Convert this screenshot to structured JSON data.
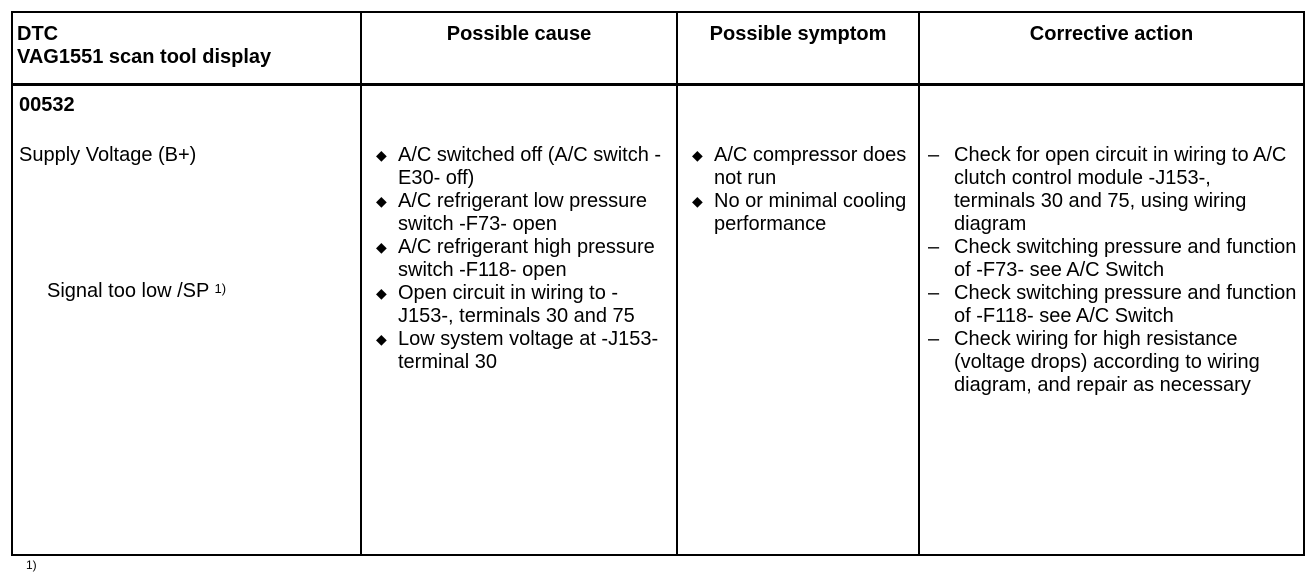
{
  "table": {
    "headers": {
      "dtc_line1": "DTC",
      "dtc_line2": "VAG1551 scan tool display",
      "cause": "Possible cause",
      "symptom": "Possible symptom",
      "action": "Corrective action"
    },
    "row": {
      "code": "00532",
      "fault_name": "Supply Voltage (B+)",
      "fault_type": "Signal too low /SP",
      "fault_type_note": "1)",
      "causes": [
        "A/C switched off (A/C switch -E30- off)",
        "A/C refrigerant low pressure switch -F73- open",
        "A/C refrigerant high pressure switch -F118- open",
        "Open circuit in wiring to -J153-, terminals 30 and 75",
        "Low system voltage at -J153- terminal 30"
      ],
      "symptoms": [
        "A/C compressor does not run",
        "No or minimal cooling performance"
      ],
      "actions": [
        "Check for open circuit in wiring to A/C clutch control module -J153-, terminals 30 and 75, using wiring diagram",
        "Check switching pressure and function of -F73- see A/C Switch",
        "Check switching pressure and function of -F118- see A/C Switch",
        "Check wiring for high resistance (voltage drops) according to wiring diagram, and repair as necessary"
      ]
    },
    "bullet_symbol": "◆",
    "dash_symbol": "–"
  },
  "footnote_marker": "1)"
}
